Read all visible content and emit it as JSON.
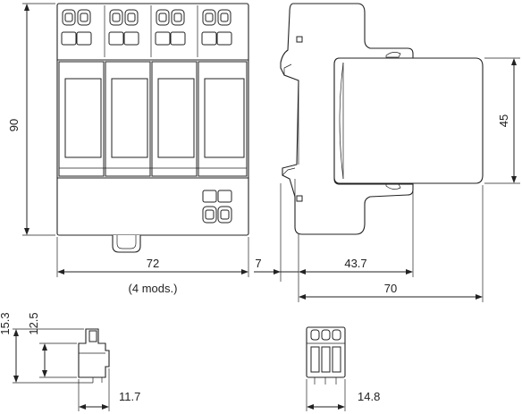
{
  "dimensions": {
    "height_90": "90",
    "width_72": "72",
    "modules": "(4 mods.)",
    "gap_7": "7",
    "depth_43_7": "43.7",
    "depth_70": "70",
    "height_45": "45",
    "plug_height_15_3": "15.3",
    "plug_height_12_5": "12.5",
    "plug_depth_11_7": "11.7",
    "plug_width_14_8": "14.8"
  }
}
